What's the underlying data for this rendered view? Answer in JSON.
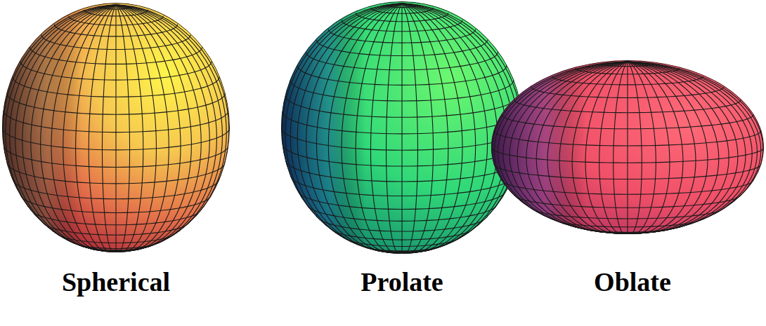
{
  "diagram": {
    "labels": [
      "Spherical",
      "Prolate",
      "Oblate"
    ]
  }
}
